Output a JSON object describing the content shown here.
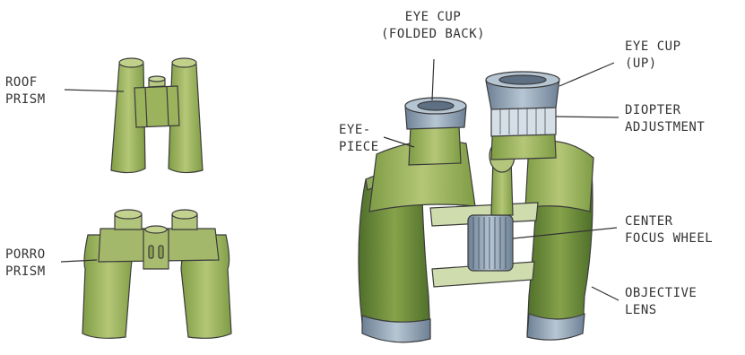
{
  "labels": {
    "roof_prism": [
      "ROOF",
      "PRISM"
    ],
    "porro_prism": [
      "PORRO",
      "PRISM"
    ],
    "eye_cup_folded": [
      "EYE CUP",
      "(FOLDED BACK)"
    ],
    "eye_cup_up": [
      "EYE CUP",
      "(UP)"
    ],
    "eyepiece": [
      "EYE-",
      "PIECE"
    ],
    "diopter": [
      "DIOPTER",
      "ADJUSTMENT"
    ],
    "center_focus": [
      "CENTER",
      "FOCUS WHEEL"
    ],
    "objective": [
      "OBJECTIVE",
      "LENS"
    ]
  },
  "colors": {
    "body_green": "#a9bd6c",
    "dark_green": "#6f8f3a",
    "metal_blue": "#8fa3b5",
    "outline": "#3b3b3b"
  }
}
